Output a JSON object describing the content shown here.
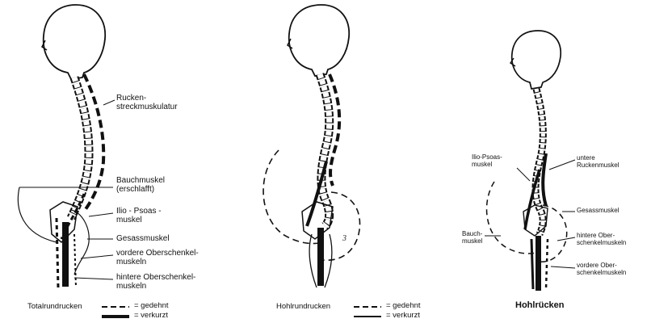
{
  "panels": [
    {
      "labels": {
        "rueckenstreck": "Rucken-\nstreckmuskulatur",
        "bauchmuskel": "Bauchmuskel\n(erschlafft)",
        "iliopsoas": "Ilio - Psoas -\nmuskel",
        "gesaess": "Gesassmuskel",
        "vordere": "vordere Oberschenkel-\nmuskeln",
        "hintere": "hintere Oberschenkel-\nmuskeln"
      },
      "caption": "Totalrundrucken",
      "legend": {
        "stretched": "= gedehnt",
        "shortened": "= verkurzt"
      }
    },
    {
      "number": "3",
      "caption": "Hohlrundrucken",
      "legend": {
        "stretched": "= gedehnt",
        "shortened": "= verkurzt"
      }
    },
    {
      "labels": {
        "iliopsoas": "Ilio-Psoas-\nmuskel",
        "untere": "untere\nRuckenmuskel",
        "gesaess": "Gesassmuskel",
        "bauch": "Bauch-\nmuskel",
        "hintere": "hintere Ober-\nschenkelmuskeln",
        "vordere": "vordere Ober-\nschenkelmuskeln"
      },
      "caption": "Hohlrücken"
    }
  ]
}
